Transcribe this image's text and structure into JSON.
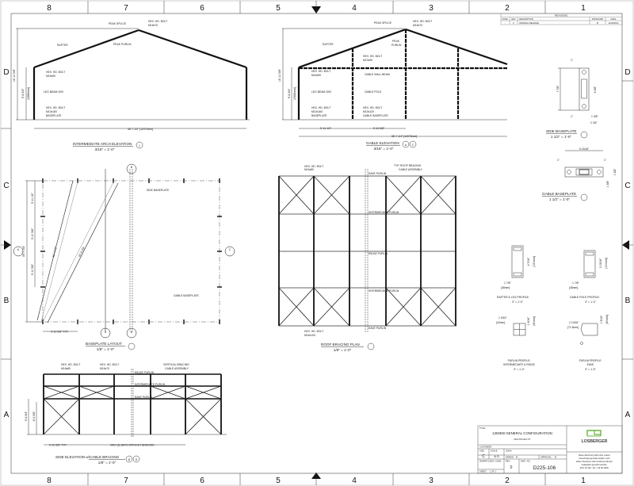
{
  "sheet": {
    "zones_cols": [
      "8",
      "7",
      "6",
      "5",
      "4",
      "3",
      "2",
      "1"
    ],
    "zones_rows": [
      "D",
      "C",
      "B",
      "A"
    ]
  },
  "revisions": {
    "title": "REVISIONS",
    "headers": [
      "ZONE",
      "REV",
      "DESCRIPTION",
      "APPROVED",
      "DATE"
    ],
    "rows": [
      [
        "-",
        "0",
        "ORIGINAL RELEASE",
        "M",
        "11/04/2014"
      ]
    ]
  },
  "intermediate_arch": {
    "labels": {
      "peak_splice": "PEAK SPLICE",
      "peak_bolt_1": "HEX. HD. BOLT",
      "peak_bolt_2": "M16x70",
      "rafter": "RAFTER",
      "peak_purlin": "PEAK PURLIN",
      "eave_bolt_1": "HEX. HD. BOLT",
      "eave_bolt_2": "M16x90",
      "leg_beam": "LEG BEAM /300",
      "base_bolt_1": "HEX. HD. BOLT",
      "base_bolt_2": "M10x160",
      "baseplate": "BASEPLATE"
    },
    "dims": {
      "total_height": "16'-11 5/8\"",
      "eave_height": "9'-8 3/4\"",
      "eave_mm": "[2988mm]",
      "span": "38'-7 1/4\" [12070mm]"
    },
    "title": "INTERMEDIATE ARCH ELEVATION",
    "scale": "3/16\" = 1'-0\"",
    "callout": "1"
  },
  "gable_elevation": {
    "labels": {
      "peak_splice": "PEAK SPLICE",
      "peak_bolt_1": "HEX. HD. BOLT",
      "peak_bolt_2": "M16x70",
      "rafter": "RAFTER",
      "peak_purlin_1": "PEAK",
      "peak_purlin_2": "PURLIN",
      "mid_bolt_1": "HEX. HD. BOLT",
      "mid_bolt_2": "M10x90",
      "eave_bolt_1": "HEX. HD. BOLT",
      "eave_bolt_2": "M16x90",
      "gable_wall_beam": "GABLE WALL BEAM",
      "leg_beam": "LEG BEAM /300",
      "gable_pole": "GABLE POLE",
      "base_bolt_1": "HEX. HD. BOLT",
      "base_bolt_2": "M10x160",
      "baseplate": "BASEPLATE",
      "gbase_bolt_1": "HEX. HD. BOLT",
      "gbase_bolt_2": "M10x120",
      "gable_baseplate": "GABLE BASEPLATE"
    },
    "dims": {
      "total_height": "16'-11 5/8\"",
      "eave_height": "9'-8 3/4\"",
      "eave_mm": "[2988mm]",
      "bay1": "9'-11 1/2\"",
      "bay2": "9'-10 5/8\"",
      "span": "38'-7 1/4\" [12070mm]"
    },
    "title": "GABLE ELEVATION",
    "scale": "3/16\" = 1'-0\"",
    "callouts": [
      "A",
      "C"
    ]
  },
  "side_baseplate": {
    "title": "SIDE BASEPLATE",
    "scale": "1 1/2\" = 1'-0\"",
    "dims": {
      "top": "1\"",
      "height": "7 7/8\"",
      "slot": "4 3/8\"",
      "bottom": "1\"",
      "w1": "1 3/8\"",
      "w2": "2 3/4\""
    }
  },
  "gable_baseplate": {
    "title": "GABLE BASEPLATE",
    "scale": "1 1/2\" = 1'-0\"",
    "dims": {
      "width": "9 13/16\"",
      "left": "1\"",
      "right": "1\"",
      "h1": "1 3/8\"",
      "h2": "1 3/8\""
    }
  },
  "baseplate_layout": {
    "labels": {
      "side_baseplate": "SIDE BASEPLATE",
      "gable_baseplate": "GABLE BASEPLATE"
    },
    "dims": {
      "d1": "9'-11 1/2\"",
      "d2": "9'-10 5/8\"",
      "d3": "9'-10 5/8\"",
      "total": "39'-7 1/4\"",
      "diag1": "40'-4 1/2\"",
      "diag2": "43'-9 3/8\"",
      "bay": "9'-10 5/8\" TYP."
    },
    "section_marks": [
      "A",
      "B",
      "C",
      "D"
    ],
    "title": "BASEPLATE LAYOUT",
    "scale": "1/8\" = 1'-0\""
  },
  "roof_bracing": {
    "labels": {
      "bolt_top_1": "HEX. HD. BOLT",
      "bolt_top_2": "M16x80",
      "typ_1": "TYP. ROOF BRACING",
      "typ_2": "CABLE ASSEMBLY",
      "eave_purlin": "EAVE PURLIN",
      "intermediate_purlin": "INTERMEDIATE PURLIN",
      "ridge_purlin": "RIDGE PURLIN",
      "bolt_bot_1": "HEX. HD. BOLT",
      "bolt_bot_2": "M16x100"
    },
    "title": "ROOF BRACING PLAN",
    "scale": "1/8\" = 1'-0\""
  },
  "profiles": {
    "rafter_leg": {
      "title": "RAFTER & LEG PROFILE:",
      "scale": "3\" = 1'-0\"",
      "h": "4 7/16\"",
      "hmm": "[120mm]",
      "w": "1 7/8\"",
      "wmm": "[48mm]"
    },
    "gable_pole": {
      "title": "GABLE POLE PROFILE:",
      "scale": "3\" = 1'-0\"",
      "h": "3 15/16\"",
      "hmm": "[100mm]",
      "w": "1 7/8\"",
      "wmm": "[48mm]"
    },
    "purlin_ir": {
      "title": "PURLIN PROFILE:",
      "sub": "INTERMEDIATE & RIDGE",
      "scale": "3\" = 1'-0\"",
      "w": "1 9/16\"",
      "wmm": "[40mm]",
      "h": "1 9/16\"",
      "hmm": "[40mm]"
    },
    "purlin_eave": {
      "title": "PURLIN PROFILE:",
      "sub": "EAVE",
      "scale": "3\" = 1'-0\"",
      "w": "2 13/16\"",
      "wmm": "[71.5mm]",
      "h": "1 9/16\"",
      "hmm": "[40mm]"
    }
  },
  "side_elevation": {
    "labels": {
      "bolt1_1": "HEX. HD. BOLT",
      "bolt1_2": "M16x80",
      "bolt2_1": "HEX. HD. BOLT",
      "bolt2_2": "M16x70",
      "vbrace_1": "VERTICAL BRACING",
      "vbrace_2": "CABLE ASSEMBLY",
      "ridge_purlin": "RIDGE PURLIN",
      "intermediate_purlin": "INTERMEDIATE PURLIN",
      "eave_purlin": "EAVE PURLIN"
    },
    "dims": {
      "h1": "9'-8 3/4\"",
      "h2": "8'-6 3/8\"",
      "bay": "9'-10 5/8\" TYP.",
      "max": "MAX (6) BAYS WITHOUT BRACING"
    },
    "title": "SIDE ELEVATION w/CABLE BRACING",
    "scale": "1/8\" = 1'-0\"",
    "callouts": [
      "B",
      "D"
    ]
  },
  "title_block": {
    "title_label": "TITLE:",
    "title": "12M300 GENERAL CONFIGURATION",
    "subtitle": "MULTIFLEX PT",
    "customer_label": "CUSTOMER:",
    "size_label": "SIZE:",
    "size": "C",
    "scale_label": "SCALE:",
    "scale": "A.S.",
    "job_label": "JOB #:",
    "drawn_label": "DRAWN:",
    "drawn": "M",
    "approval_label": "APPROVAL:",
    "approval": "M",
    "where_used_label": "WHERE USED / CODE:",
    "rev_label": "REV:",
    "rev": "0",
    "dwg_label": "DWG. NO.:",
    "dwg": "D225-106",
    "sheet_label": "SHEET:",
    "sheet": "1 OF 1",
    "company": "LOSBERGER",
    "brand_color": "#6db33f",
    "notice": [
      "Diese Zeichnung darf ohne unsere",
      "Genehmigung weder kopiert noch",
      "dritten Personen oder Konkurrenzfirmen",
      "zugänglich gemacht werden.",
      "(Par. 18, Bst. 1/b, v.19.06.1901)"
    ]
  }
}
